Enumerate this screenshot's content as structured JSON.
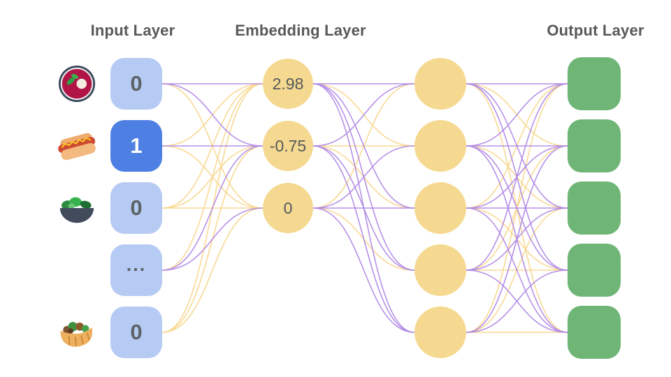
{
  "colors": {
    "edge_purple": "#b28ae6",
    "edge_yellow": "#f8d78e",
    "input_box": "#b6cbf3",
    "input_box_active": "#4e80e4",
    "input_value": "#5d6267",
    "input_value_active": "#ffffff",
    "embed_circle": "#f5d990",
    "output_box": "#6fb576",
    "title": "#58595b"
  },
  "input_layer": {
    "title": "Input Layer",
    "nodes": [
      {
        "icon": "borscht-icon",
        "value": "0",
        "active": false
      },
      {
        "icon": "hotdog-icon",
        "value": "1",
        "active": true
      },
      {
        "icon": "salad-icon",
        "value": "0",
        "active": false
      },
      {
        "icon": null,
        "value": "...",
        "active": false
      },
      {
        "icon": "pita-icon",
        "value": "0",
        "active": false
      }
    ]
  },
  "embedding_layer": {
    "title": "Embedding Layer",
    "nodes": [
      {
        "value": "2.98"
      },
      {
        "value": "-0.75"
      },
      {
        "value": "0"
      }
    ]
  },
  "hidden_layer": {
    "node_count": 5
  },
  "output_layer": {
    "title": "Output Layer",
    "node_count": 5
  },
  "edges": {
    "input_to_embedding": [
      [
        "p",
        "p",
        "y"
      ],
      [
        "y",
        "p",
        "y"
      ],
      [
        "y",
        "y",
        "y"
      ],
      [
        "y",
        "p",
        "p"
      ],
      [
        "y",
        "y",
        "y"
      ]
    ],
    "embedding_to_hidden": [
      [
        "p",
        "y",
        "p",
        "p",
        "p"
      ],
      [
        "p",
        "y",
        "y",
        "p",
        "p"
      ],
      [
        "y",
        "p",
        "p",
        "y",
        "p"
      ]
    ],
    "hidden_to_output": [
      [
        "p",
        "y",
        "p",
        "p",
        "y"
      ],
      [
        "p",
        "p",
        "y",
        "p",
        "p"
      ],
      [
        "y",
        "p",
        "p",
        "y",
        "p"
      ],
      [
        "p",
        "y",
        "p",
        "y",
        "p"
      ],
      [
        "y",
        "p",
        "y",
        "p",
        "y"
      ]
    ]
  }
}
